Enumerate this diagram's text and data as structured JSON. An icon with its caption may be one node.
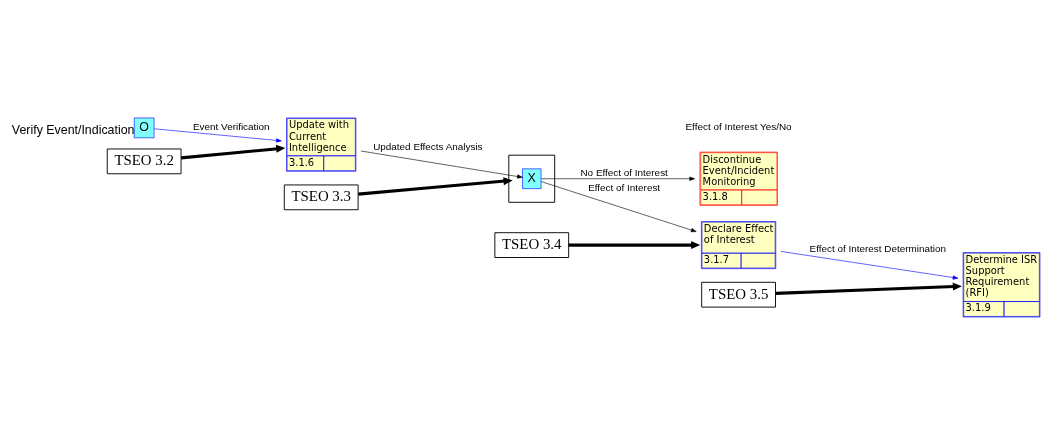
{
  "diagram": {
    "nodes": [
      {
        "text": [
          "O"
        ],
        "beside": [
          "Verify Event/Indication"
        ]
      },
      {
        "text": [
          "Update with Current Intelligence",
          "3.1.6"
        ]
      },
      {
        "text": [
          "TSEO 3.2"
        ]
      },
      {
        "text": [],
        "shape": "box"
      },
      {
        "text": [
          "X"
        ],
        "in": 3
      },
      {
        "text": [
          "TSEO 3.3"
        ]
      },
      {
        "text": [
          "Declare Effect of Interest",
          "3.1.7"
        ]
      },
      {
        "text": [
          "TSEO 3.4"
        ]
      },
      {
        "text": [
          "Determine ISR Support Requirement (RFI)",
          "3.1.9"
        ]
      },
      {
        "text": [
          "TSEO 3.5"
        ]
      },
      {
        "text": [
          "Discontinue Event/Incident Monitoring",
          "3.1.8"
        ]
      }
    ],
    "edges": [
      {
        "from": 0,
        "to": 1,
        "arrow": "to",
        "label": "Event Verification",
        "color": "#0000ff"
      },
      {
        "from": 1,
        "to": 4,
        "arrow": "to",
        "label": "Updated Effects Analysis"
      },
      {
        "from": 4,
        "to": 6,
        "arrow": "to",
        "label": "Effect of Interest"
      },
      {
        "from": 4,
        "to": 10,
        "arrow": "to",
        "label": "No Effect of Interest"
      },
      {
        "from": 6,
        "to": 8,
        "arrow": "to",
        "label": "Effect of Interest Determination",
        "color": "#0000ff"
      },
      {
        "from": 2,
        "to": 1,
        "arrow": "to",
        "style": "thick"
      },
      {
        "from": 5,
        "to": 3,
        "arrow": "to",
        "style": "thick"
      },
      {
        "from": 7,
        "to": 6,
        "arrow": "to",
        "style": "thick"
      },
      {
        "from": 9,
        "to": 8,
        "arrow": "to",
        "style": "thick"
      }
    ],
    "labels": [
      "Effect of Interest Yes/No"
    ]
  }
}
